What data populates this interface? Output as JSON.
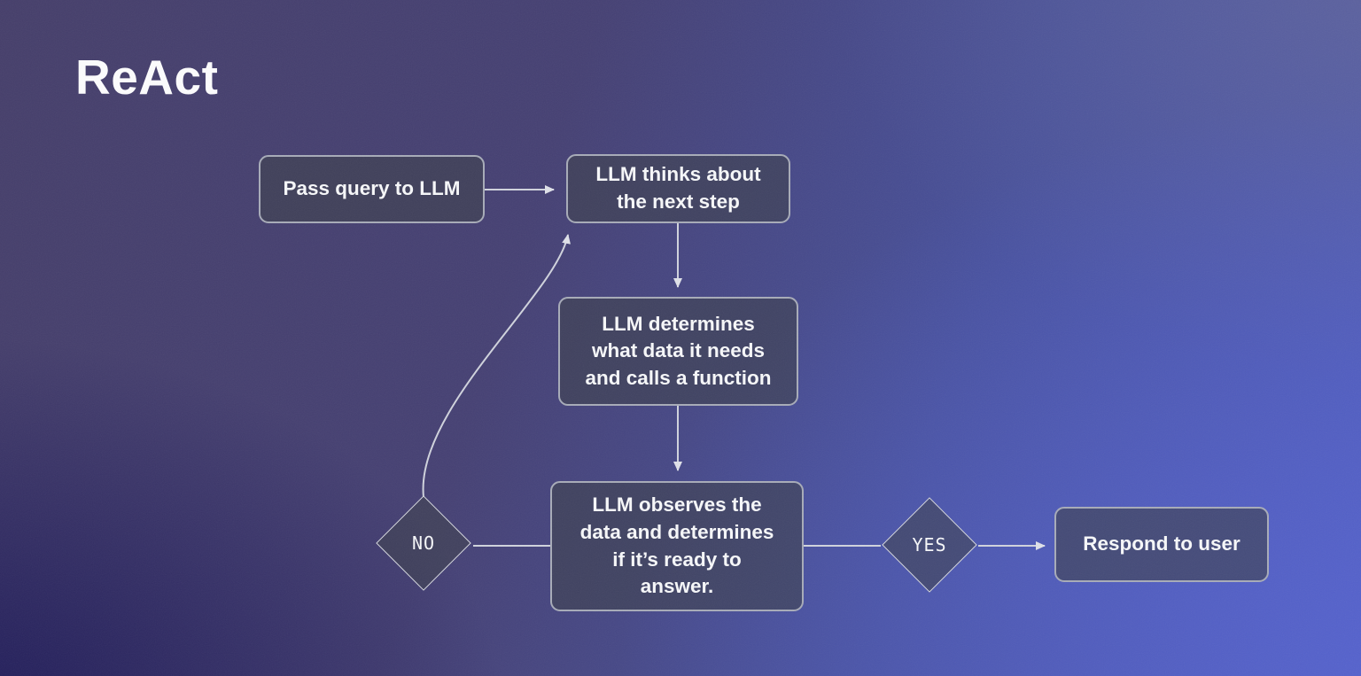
{
  "title": "ReAct",
  "diagram": {
    "nodes": {
      "pass_query": {
        "label": "Pass query to LLM"
      },
      "think": {
        "label": "LLM thinks about\nthe next step"
      },
      "determine": {
        "label": "LLM determines\nwhat data it needs\nand calls a function"
      },
      "observe": {
        "label": "LLM observes the\ndata and determines\nif it’s ready to\nanswer."
      },
      "decision_no": {
        "label": "NO"
      },
      "decision_yes": {
        "label": "YES"
      },
      "respond": {
        "label": "Respond to user"
      }
    },
    "edges": [
      {
        "from": "pass_query",
        "to": "think",
        "arrow": true
      },
      {
        "from": "think",
        "to": "determine",
        "arrow": true
      },
      {
        "from": "determine",
        "to": "observe",
        "arrow": true
      },
      {
        "from": "observe",
        "to": "decision_no",
        "arrow": false
      },
      {
        "from": "decision_no",
        "to": "think",
        "arrow": true
      },
      {
        "from": "observe",
        "to": "decision_yes",
        "arrow": false
      },
      {
        "from": "decision_yes",
        "to": "respond",
        "arrow": true
      }
    ],
    "colors": {
      "background_top_left": "#443d68",
      "background_top_right": "#5b5e8e",
      "background_bottom_left": "#272264",
      "background_bottom_right": "#5560c2",
      "node_fill": "rgba(62,65,78,0.62)",
      "node_border": "#a7abb8",
      "diamond_border": "#d8dae2",
      "connector": "#d6d9e2",
      "text": "#f7f8fa"
    }
  }
}
